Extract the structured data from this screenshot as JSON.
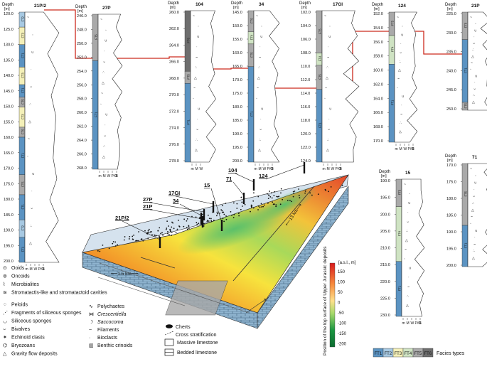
{
  "colors": {
    "FT1": "#5b93c2",
    "FT2": "#a7c9e2",
    "FT3": "#f4f0b8",
    "FT4": "#cfe3c3",
    "FT5": "#a9a9a9",
    "FT6": "#6e6e6e",
    "correlation_line": "#cc2a1e",
    "block_side": "#8fb4cf"
  },
  "depth_label": "Depth",
  "depth_unit": "[m]",
  "columns": [
    {
      "id": "21P/2",
      "depths": [
        "120.0",
        "125.0",
        "130.0",
        "135.0",
        "140.0",
        "145.0",
        "150.0",
        "155.0",
        "160.0",
        "165.0",
        "170.0",
        "175.0",
        "180.0",
        "185.0",
        "190.0",
        "195.0",
        "200.0"
      ],
      "facies": [
        "FT2",
        "FT3",
        "FT1",
        "FT3",
        "FT1",
        "FT5",
        "FT3",
        "FT5",
        "FT1",
        "FT5",
        "FT1",
        "FT2",
        "FT1"
      ],
      "scale": [
        "m",
        "M",
        "W",
        "P/G",
        "B"
      ]
    },
    {
      "id": "27P",
      "depths": [
        "246.0",
        "248.0",
        "250.0",
        "252.0",
        "254.0",
        "256.0",
        "258.0",
        "260.0",
        "262.0",
        "264.0",
        "266.0",
        "268.0"
      ],
      "facies": [
        "FT5",
        "FT1"
      ],
      "scale": [
        "m",
        "M",
        "W",
        "P/G",
        "B"
      ]
    },
    {
      "id": "104",
      "depths": [
        "260.0",
        "262.0",
        "264.0",
        "266.0",
        "268.0",
        "270.0",
        "272.0",
        "274.0",
        "276.0",
        "278.0"
      ],
      "facies": [
        "FT6",
        "FT5",
        "FT1"
      ],
      "scale": [
        "m",
        "M",
        "W"
      ]
    },
    {
      "id": "34",
      "depths": [
        "145.0",
        "150.0",
        "155.0",
        "160.0",
        "165.0",
        "170.0",
        "175.0",
        "180.0",
        "185.0",
        "190.0",
        "195.0",
        "200.0"
      ],
      "facies": [
        "FT5",
        "FT4",
        "FT5",
        "FT1"
      ],
      "scale": [
        "m",
        "M",
        "W",
        "P/G",
        "B"
      ]
    },
    {
      "id": "17GI",
      "depths": [
        "102.0",
        "104.0",
        "106.0",
        "108.0",
        "110.0",
        "112.0",
        "114.0",
        "116.0",
        "118.0",
        "120.0",
        "122.0",
        "124.0"
      ],
      "facies": [
        "FT5",
        "FT4",
        "FT5",
        "FT1"
      ],
      "scale": [
        "m",
        "M",
        "W",
        "P/G",
        "B"
      ]
    },
    {
      "id": "124",
      "depths": [
        "152.0",
        "154.0",
        "156.0",
        "158.0",
        "160.0",
        "162.0",
        "164.0",
        "166.0",
        "168.0",
        "170.0"
      ],
      "facies": [
        "FT5",
        "FT4",
        "FT1"
      ],
      "scale": [
        "m",
        "M",
        "W",
        "P/G",
        "B"
      ]
    },
    {
      "id": "21P",
      "depths": [
        "225.0",
        "230.0",
        "235.0",
        "240.0",
        "245.0",
        "250.0"
      ],
      "facies": [
        "FT5",
        "FT1",
        "FT5"
      ],
      "scale": []
    },
    {
      "id": "15",
      "depths": [
        "190.0",
        "195.0",
        "200.0",
        "205.0",
        "210.0",
        "215.0",
        "220.0",
        "225.0",
        "230.0"
      ],
      "facies": [
        "FT5",
        "FT4",
        "FT1"
      ],
      "scale": [
        "m",
        "M",
        "W",
        "P/G",
        "B"
      ]
    },
    {
      "id": "71",
      "depths": [
        "170.0",
        "175.0",
        "180.0",
        "185.0",
        "190.0",
        "195.0",
        "200.0"
      ],
      "facies": [
        "FT5",
        "FT1"
      ],
      "scale": []
    }
  ],
  "map": {
    "well_labels": [
      "104",
      "71",
      "124",
      "15",
      "17GI",
      "34",
      "27P",
      "21P",
      "21P/2"
    ],
    "scale_label_1": "1.5 km",
    "scale_label_2": "13 km",
    "colorbar_unit": "[a.s.l., m]",
    "colorbar_title": "Position of the top surface of Upper Jurassic deposits",
    "colorbar_ticks": [
      "150",
      "100",
      "50",
      "0",
      "-50",
      "-100",
      "-150",
      "-200"
    ]
  },
  "legend_left": [
    "Ooids",
    "Oncoids",
    "Microbialites",
    "Stromatactis-like and stromatactoid cavities",
    "Peloids",
    "Fragments of siliceous sponges",
    "Siliceous sponges",
    "Bivalves",
    "Echinoid clasts",
    "Bryozoans",
    "Gravity flow deposits"
  ],
  "legend_mid": [
    "Polychaetes",
    "Crescentiella",
    "Saccocoma",
    "Filaments",
    "Bioclasts",
    "Benthic crinoids"
  ],
  "legend_right": [
    "Cherts",
    "Cross stratification",
    "Massive limestone",
    "Bedded limestone"
  ],
  "facies_legend": {
    "items": [
      "FT1",
      "FT2",
      "FT3",
      "FT4",
      "FT5",
      "FT6"
    ],
    "label": "Facies types"
  }
}
